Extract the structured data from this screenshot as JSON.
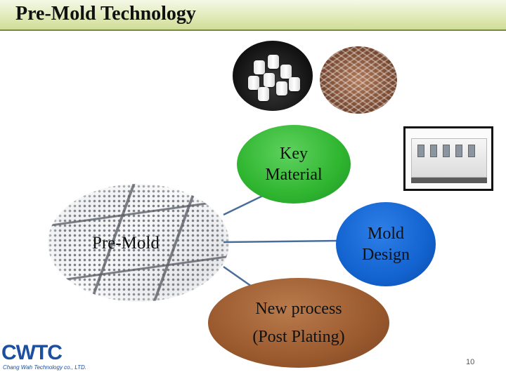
{
  "slide": {
    "title": "Pre-Mold Technology",
    "page_number": "10"
  },
  "diagram": {
    "center_label": "Pre-Mold",
    "nodes": [
      {
        "id": "key-material",
        "lines": [
          "Key",
          "Material"
        ],
        "color": "#2fb52f"
      },
      {
        "id": "mold-design",
        "lines": [
          "Mold",
          "Design"
        ],
        "color": "#1363d0"
      },
      {
        "id": "new-process",
        "lines": [
          "New process",
          "(Post Plating)"
        ],
        "color": "#9a5a2e"
      }
    ],
    "connector_color": "#4a6e9a"
  },
  "images": {
    "pellets": "mold compound pellets photo",
    "frame": "lead frame photo",
    "machine": "mold machine photo",
    "premold": "pre-mold substrate photo"
  },
  "logo": {
    "name": "CWTC",
    "subtitle": "Chang Wah Technology co., LTD.",
    "color": "#1c4fa0"
  },
  "colors": {
    "title_bar": "#dfe9b6",
    "title_border": "#7a8a3a"
  }
}
